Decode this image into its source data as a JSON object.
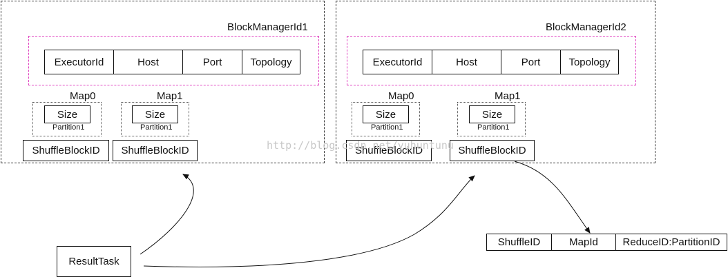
{
  "managers": [
    {
      "title": "BlockManagerId1",
      "fields": [
        "ExecutorId",
        "Host",
        "Port",
        "Topology"
      ],
      "maps": [
        {
          "name": "Map0",
          "size_label": "Size",
          "partition_label": "Partition1",
          "block_label": "ShuffleBlockID"
        },
        {
          "name": "Map1",
          "size_label": "Size",
          "partition_label": "Partition1",
          "block_label": "ShuffleBlockID"
        }
      ]
    },
    {
      "title": "BlockManagerId2",
      "fields": [
        "ExecutorId",
        "Host",
        "Port",
        "Topology"
      ],
      "maps": [
        {
          "name": "Map0",
          "size_label": "Size",
          "partition_label": "Partition1",
          "block_label": "ShuffleBlockID"
        },
        {
          "name": "Map1",
          "size_label": "Size",
          "partition_label": "Partition1",
          "block_label": "ShuffleBlockID"
        }
      ]
    }
  ],
  "result_task": "ResultTask",
  "shuffle_block_id_fields": [
    "ShuffleID",
    "MapId",
    "ReduceID:PartitionID"
  ],
  "watermark": "http://blog.csdn.net/yuhuntunu",
  "colors": {
    "stroke": "#111111",
    "pink_dash": "#e040c0",
    "watermark": "#c8c8c8"
  }
}
